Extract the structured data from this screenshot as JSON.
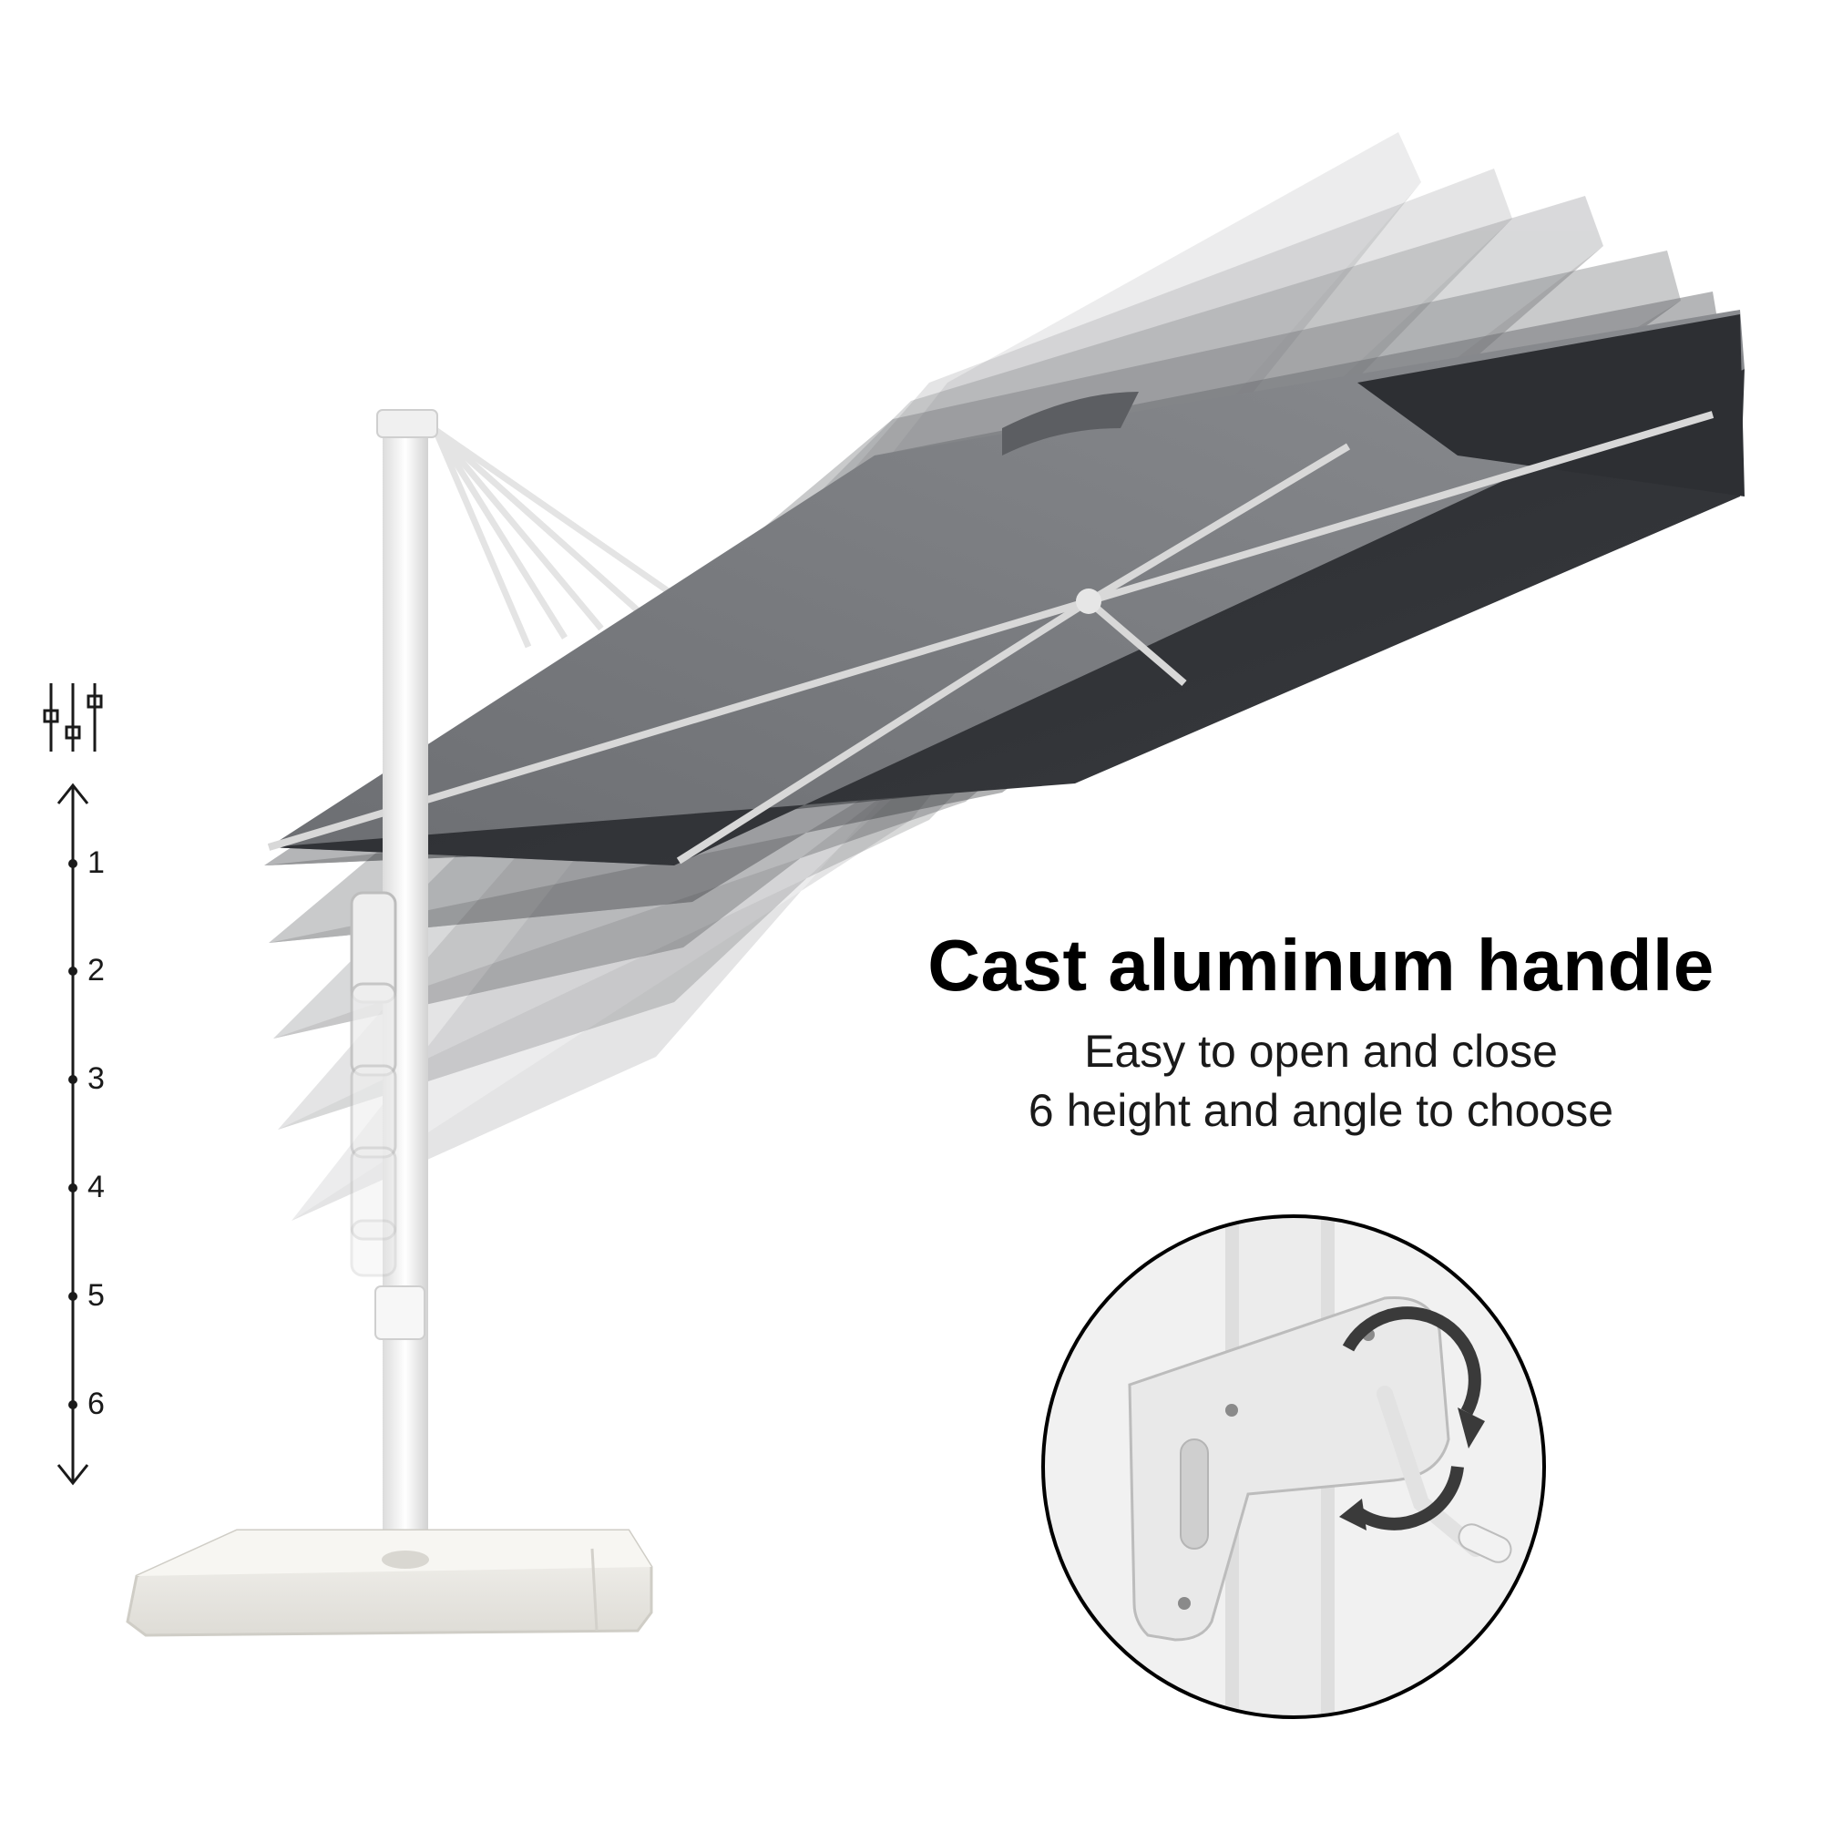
{
  "headline": {
    "title": "Cast aluminum handle",
    "line1": "Easy to open and close",
    "line2": "6 height and angle to choose"
  },
  "height_scale": {
    "levels": [
      "1",
      "2",
      "3",
      "4",
      "5",
      "6"
    ]
  },
  "icons": {
    "adjust": "sliders-icon",
    "up": "arrow-up-icon",
    "down": "arrow-down-icon"
  },
  "colors": {
    "canopy_top": "#7d7f83",
    "canopy_under": "#2a2c30",
    "frame": "#f2f2f2",
    "text": "#000000"
  }
}
